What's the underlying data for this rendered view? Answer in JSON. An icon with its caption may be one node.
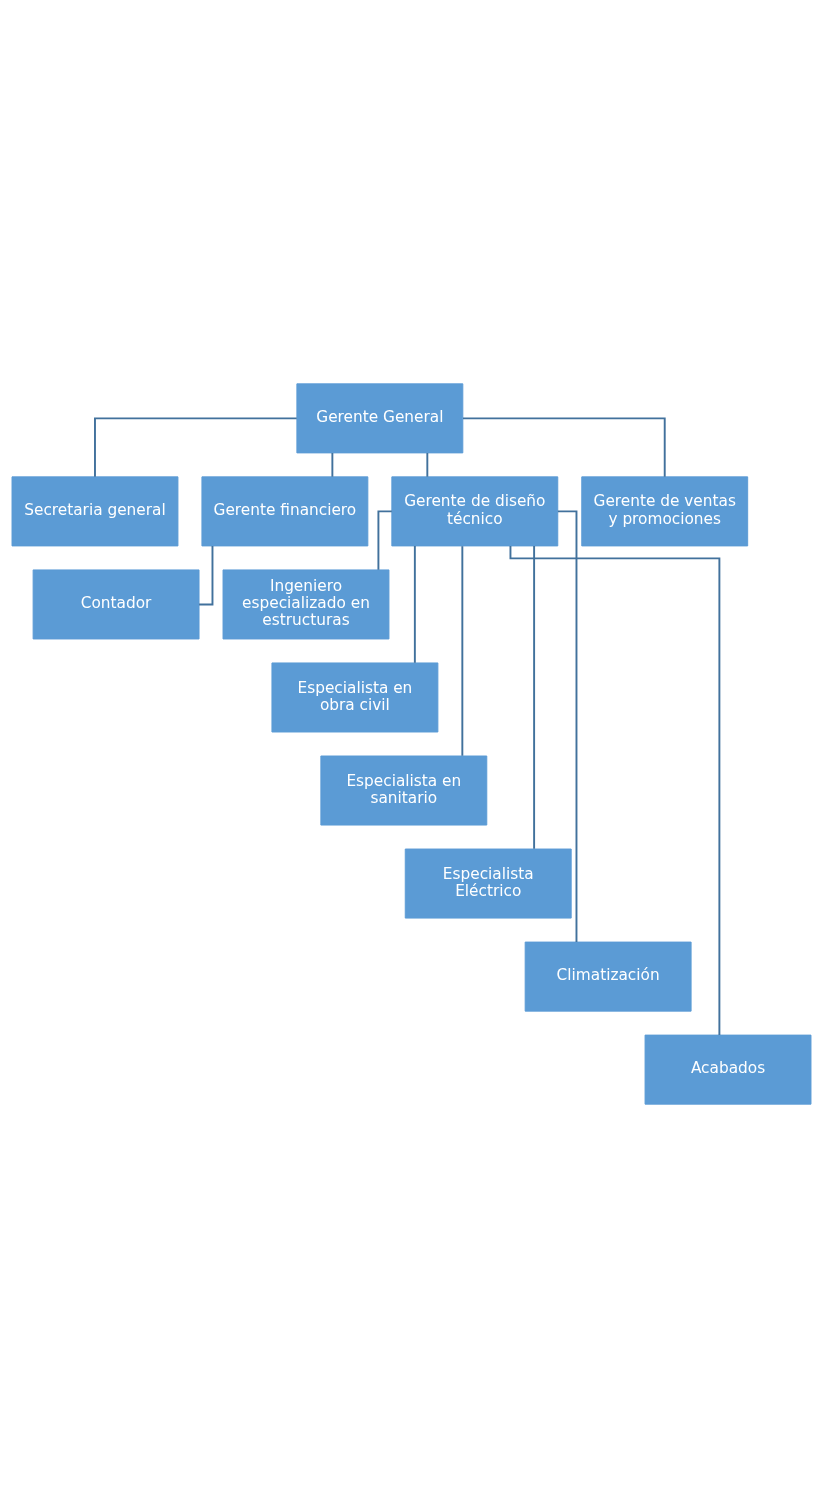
{
  "diagram": {
    "nodes": [
      {
        "text": [
          "Gerente General"
        ]
      },
      {
        "text": [
          "Secretaria general"
        ]
      },
      {
        "text": [
          "Gerente financiero"
        ]
      },
      {
        "text": [
          "Gerente de diseño técnico"
        ]
      },
      {
        "text": [
          "Gerente de ventas y promociones"
        ]
      },
      {
        "text": [
          "Contador"
        ]
      },
      {
        "text": [
          "Ingeniero especializado en estructuras"
        ]
      },
      {
        "text": [
          "Especialista en obra civil"
        ]
      },
      {
        "text": [
          "Especialista en sanitario"
        ]
      },
      {
        "text": [
          "Especialista Eléctrico"
        ]
      },
      {
        "text": [
          "Climatización"
        ]
      },
      {
        "text": [
          "Acabados"
        ]
      }
    ],
    "edges": [
      {
        "from": 0,
        "to": 1,
        "arrow": "none"
      },
      {
        "from": 0,
        "to": 2,
        "arrow": "none"
      },
      {
        "from": 0,
        "to": 3,
        "arrow": "none"
      },
      {
        "from": 0,
        "to": 4,
        "arrow": "none"
      },
      {
        "from": 2,
        "to": 5,
        "arrow": "none"
      },
      {
        "from": 3,
        "to": 6,
        "arrow": "none"
      },
      {
        "from": 3,
        "to": 7,
        "arrow": "none"
      },
      {
        "from": 3,
        "to": 8,
        "arrow": "none"
      },
      {
        "from": 3,
        "to": 9,
        "arrow": "none"
      },
      {
        "from": 3,
        "to": 10,
        "arrow": "none"
      },
      {
        "from": 3,
        "to": 11,
        "arrow": "none"
      }
    ]
  }
}
